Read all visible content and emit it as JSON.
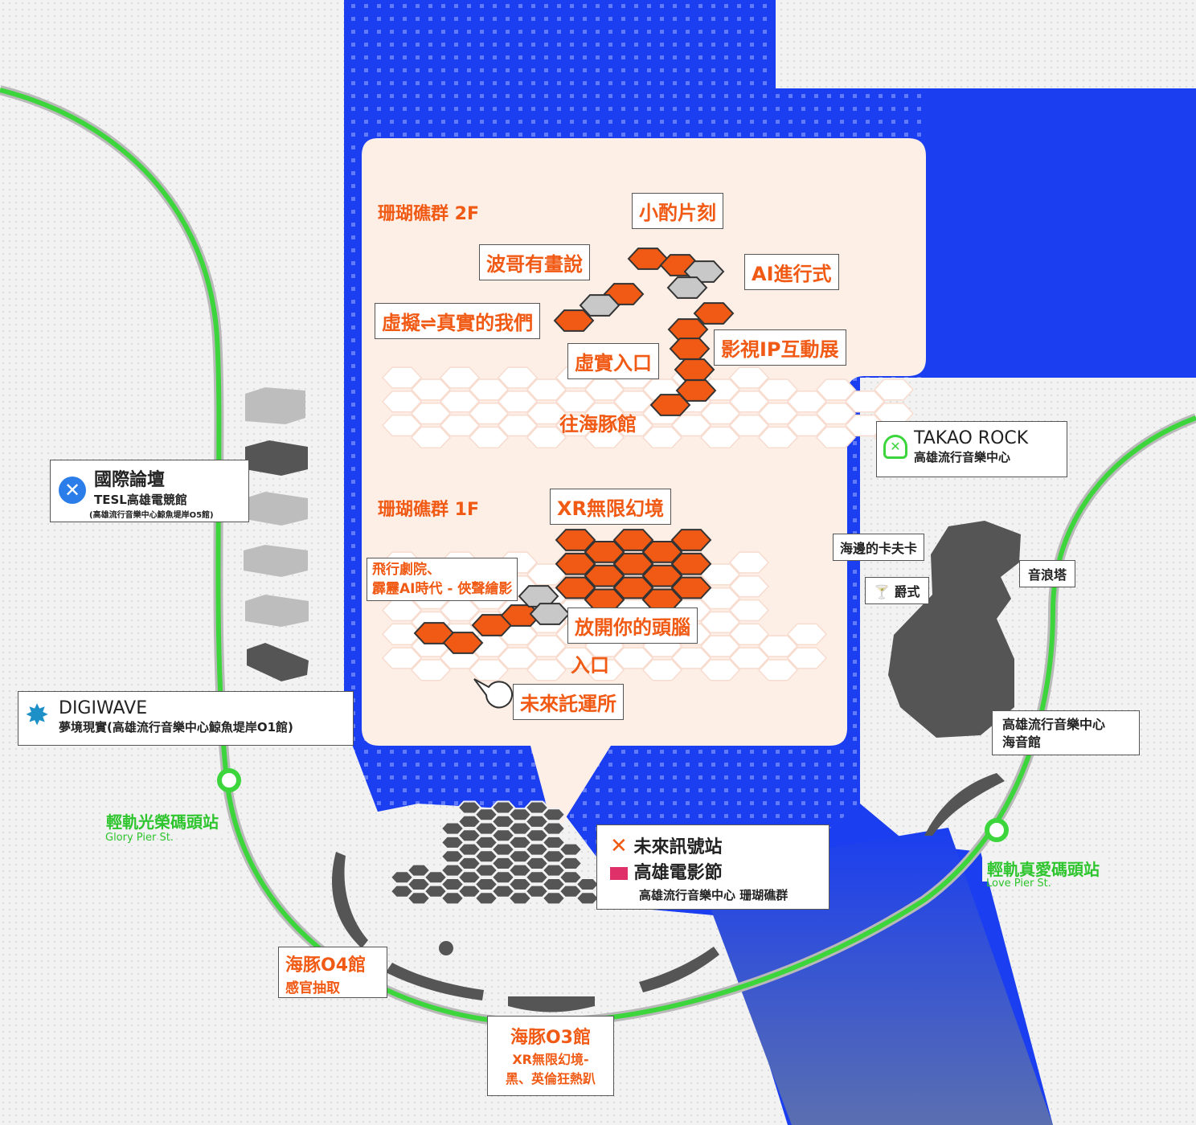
{
  "colors": {
    "water": "#1a3ef0",
    "water_fade": "#5a6fb0",
    "land": "#f2f2f2",
    "rail": "#3cd63c",
    "accent": "#f05a14",
    "building": "#555555",
    "building_light": "#bdbdbd",
    "panel": "#fdeee6"
  },
  "floors": {
    "f2_title": "珊瑚礁群 2F",
    "f1_title": "珊瑚礁群 1F"
  },
  "exhibits_2f": {
    "xiaozhuo": "小酌片刻",
    "boge": "波哥有畫說",
    "ai_ritual": "AI進行式",
    "virtual_real": "虛擬⇌真實的我們",
    "vr_entrance": "虛實入口",
    "ip_expo": "影視IP互動展",
    "to_dolphin": "往海豚館"
  },
  "exhibits_1f": {
    "xr_infinite": "XR無限幻境",
    "flying_theater_1": "飛行劇院、",
    "flying_theater_2": "霹靂AI時代 - 俠聲繪影",
    "open_mind": "放開你的頭腦",
    "entrance": "入口",
    "future_logistics": "未來託運所"
  },
  "venues": {
    "forum": {
      "title": "國際論壇",
      "subtitle": "TESL高雄電競館",
      "note": "(高雄流行音樂中心鯨魚堤岸O5館)",
      "icon": "x-circle-icon"
    },
    "digiwave": {
      "title": "DIGIWAVE",
      "subtitle": "夢境現實(高雄流行音樂中心鯨魚堤岸O1館)",
      "icon": "starburst-icon"
    },
    "takao": {
      "title": "TAKAO ROCK",
      "subtitle": "高雄流行音樂中心",
      "icon": "octopus-icon"
    },
    "main": {
      "line1": "未來訊號站",
      "line2": "高雄電影節",
      "line3": "高雄流行音樂中心 珊瑚礁群",
      "icon1": "x-mark-icon",
      "icon2": "clapperboard-icon"
    },
    "kafka": "海邊的卡夫卡",
    "wave_tower": "音浪塔",
    "jazz": "爵式",
    "jazz_icon": "cocktail-icon",
    "ocean_hall_1": "高雄流行音樂中心",
    "ocean_hall_2": "海音館",
    "dolphin04": {
      "title": "海豚O4館",
      "subtitle": "感官抽取"
    },
    "dolphin03": {
      "title": "海豚O3館",
      "subtitle1": "XR無限幻境-",
      "subtitle2": "黑、英倫狂熱趴"
    }
  },
  "stations": {
    "glory": {
      "zh": "輕軌光榮碼頭站",
      "en": "Glory Pier St."
    },
    "love": {
      "zh": "輕軌真愛碼頭站",
      "en": "Love Pier St."
    }
  }
}
